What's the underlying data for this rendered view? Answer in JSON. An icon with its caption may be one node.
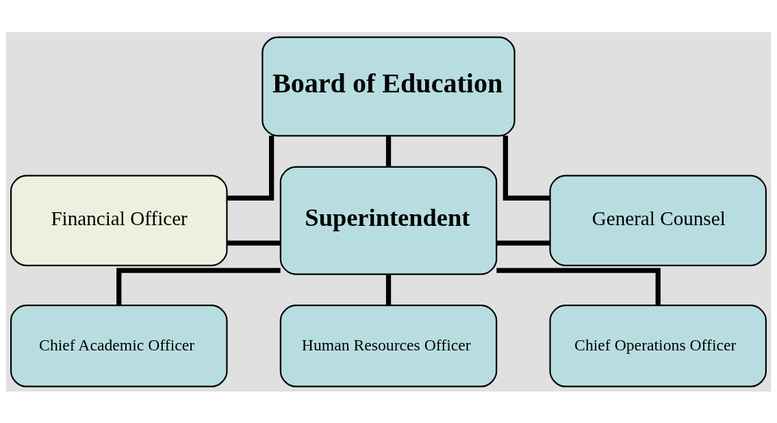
{
  "diagram": {
    "nodes": [
      {
        "text": [
          "Board of Education"
        ]
      },
      {
        "text": [
          "Financial Officer"
        ]
      },
      {
        "text": [
          "Superintendent"
        ]
      },
      {
        "text": [
          "General Counsel"
        ]
      },
      {
        "text": [
          "Chief Academic Officer"
        ]
      },
      {
        "text": [
          "Human Resources Officer"
        ]
      },
      {
        "text": [
          "Chief Operations Officer"
        ]
      }
    ],
    "edges": [
      {
        "from": 0,
        "to": 1,
        "arrow": "none"
      },
      {
        "from": 0,
        "to": 2,
        "arrow": "none"
      },
      {
        "from": 0,
        "to": 3,
        "arrow": "none"
      },
      {
        "from": 1,
        "to": 2,
        "arrow": "none"
      },
      {
        "from": 3,
        "to": 2,
        "arrow": "none"
      },
      {
        "from": 2,
        "to": 4,
        "arrow": "none"
      },
      {
        "from": 2,
        "to": 5,
        "arrow": "none"
      },
      {
        "from": 2,
        "to": 6,
        "arrow": "none"
      }
    ]
  }
}
